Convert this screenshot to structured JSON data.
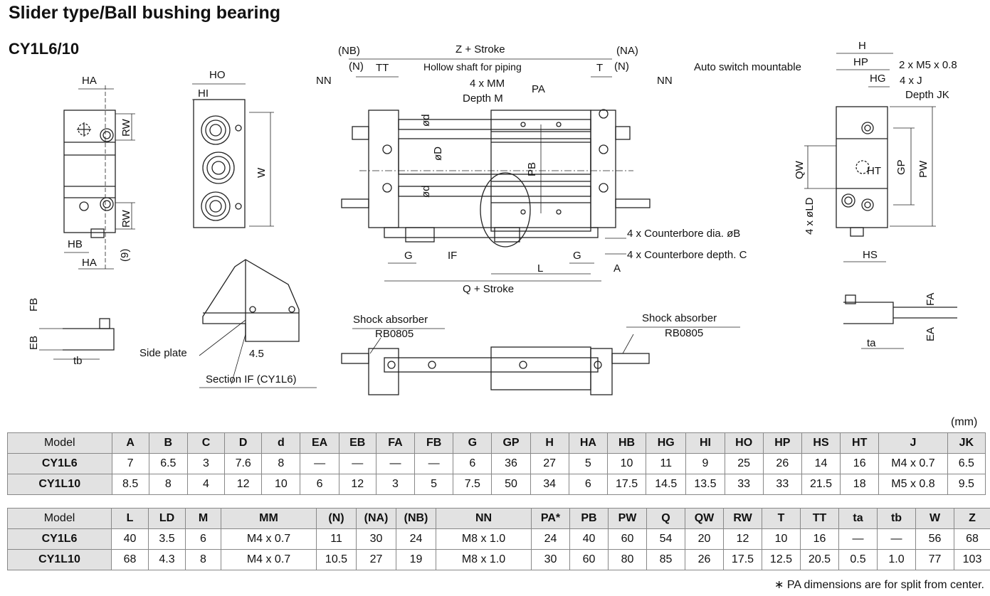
{
  "title": "Slider type/Ball bushing bearing",
  "model_series": "CY1L6/10",
  "unit": "(mm)",
  "labels": {
    "HA": "HA",
    "RW": "RW",
    "HB": "HB",
    "nine": "(9)",
    "HO": "HO",
    "HI": "HI",
    "W": "W",
    "NB": "(NB)",
    "N": "(N)",
    "TT": "TT",
    "Z": "Z + Stroke",
    "NA": "(NA)",
    "T": "T",
    "NN": "NN",
    "hollow": "Hollow shaft for piping",
    "MM": "4 x MM",
    "depthM": "Depth M",
    "PA": "PA",
    "d": "ød",
    "D": "øD",
    "PB": "PB",
    "cbB": "4 x Counterbore dia. øB",
    "cbC": "4 x Counterbore depth. C",
    "G": "G",
    "IF": "IF",
    "L": "L",
    "A": "A",
    "Q": "Q + Stroke",
    "H": "H",
    "HP": "HP",
    "HG": "HG",
    "M5": "2 x M5 x 0.8",
    "J": "4 x J",
    "JK": "Depth JK",
    "auto": "Auto switch mountable",
    "QW": "QW",
    "HT": "HT",
    "GP": "GP",
    "PW": "PW",
    "LD": "4 x øLD",
    "HS": "HS",
    "FB": "FB",
    "EB": "EB",
    "tb": "tb",
    "side": "Side plate",
    "s45": "4.5",
    "section": "Section IF (CY1L6)",
    "shock": "Shock absorber",
    "rb": "RB0805",
    "FA": "FA",
    "EA": "EA",
    "ta": "ta"
  },
  "table1": {
    "header": [
      "Model",
      "A",
      "B",
      "C",
      "D",
      "d",
      "EA",
      "EB",
      "FA",
      "FB",
      "G",
      "GP",
      "H",
      "HA",
      "HB",
      "HG",
      "HI",
      "HO",
      "HP",
      "HS",
      "HT",
      "J",
      "JK"
    ],
    "rows": [
      [
        "CY1L6",
        "7",
        "6.5",
        "3",
        "7.6",
        "8",
        "—",
        "—",
        "—",
        "—",
        "6",
        "36",
        "27",
        "5",
        "10",
        "11",
        "9",
        "25",
        "26",
        "14",
        "16",
        "M4 x 0.7",
        "6.5"
      ],
      [
        "CY1L10",
        "8.5",
        "8",
        "4",
        "12",
        "10",
        "6",
        "12",
        "3",
        "5",
        "7.5",
        "50",
        "34",
        "6",
        "17.5",
        "14.5",
        "13.5",
        "33",
        "33",
        "21.5",
        "18",
        "M5 x 0.8",
        "9.5"
      ]
    ]
  },
  "table2": {
    "header": [
      "Model",
      "L",
      "LD",
      "M",
      "MM",
      "(N)",
      "(NA)",
      "(NB)",
      "NN",
      "PA*",
      "PB",
      "PW",
      "Q",
      "QW",
      "RW",
      "T",
      "TT",
      "ta",
      "tb",
      "W",
      "Z"
    ],
    "rows": [
      [
        "CY1L6",
        "40",
        "3.5",
        "6",
        "M4 x 0.7",
        "11",
        "30",
        "24",
        "M8 x 1.0",
        "24",
        "40",
        "60",
        "54",
        "20",
        "12",
        "10",
        "16",
        "—",
        "—",
        "56",
        "68"
      ],
      [
        "CY1L10",
        "68",
        "4.3",
        "8",
        "M4 x 0.7",
        "10.5",
        "27",
        "19",
        "M8 x 1.0",
        "30",
        "60",
        "80",
        "85",
        "26",
        "17.5",
        "12.5",
        "20.5",
        "0.5",
        "1.0",
        "77",
        "103"
      ]
    ]
  },
  "footnote": "∗ PA dimensions are for split from center."
}
